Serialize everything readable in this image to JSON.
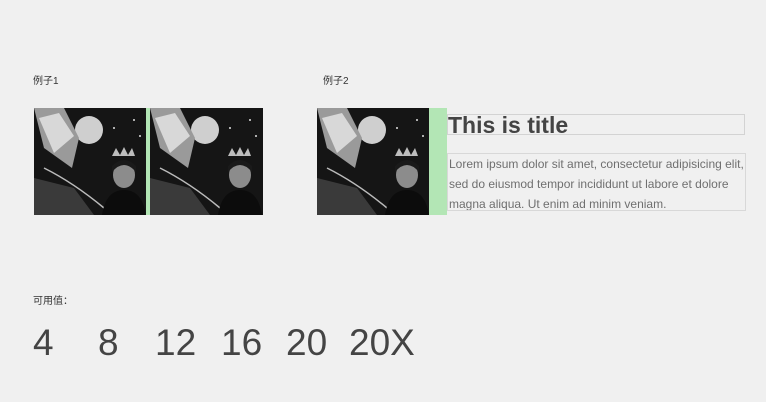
{
  "example1": {
    "label": "例子1"
  },
  "example2": {
    "label": "例子2"
  },
  "card": {
    "title": "This is title",
    "body": "Lorem ipsum dolor sit amet, consectetur adipisicing elit, sed do eiusmod tempor incididunt ut labore et dolore magna aliqua. Ut enim ad minim veniam."
  },
  "available_values": {
    "label": "可用值：",
    "values": [
      "4",
      "8",
      "12",
      "16",
      "20",
      "20X"
    ]
  },
  "colors": {
    "background": "#f0f0f0",
    "gap_highlight": "#b3e6b5",
    "box_border": "#d3d3d3",
    "text": "#444444"
  },
  "icons": [
    "portrait-photo"
  ]
}
